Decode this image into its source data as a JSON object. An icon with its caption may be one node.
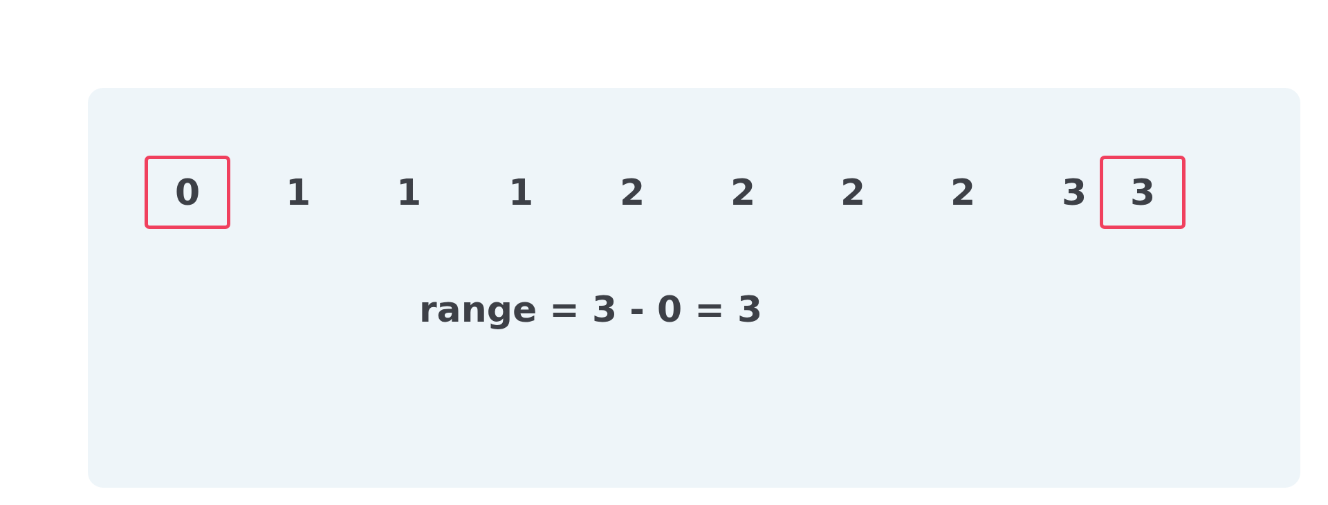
{
  "diagram": {
    "nodes": [
      {
        "text": [
          "range = 3 - 0 = 3"
        ]
      },
      {
        "text": [
          "0"
        ],
        "in": 0
      },
      {
        "text": [
          "3"
        ],
        "in": 0
      }
    ],
    "labels": [
      "1",
      "1",
      "1",
      "2",
      "2",
      "2",
      "2",
      "3"
    ]
  }
}
